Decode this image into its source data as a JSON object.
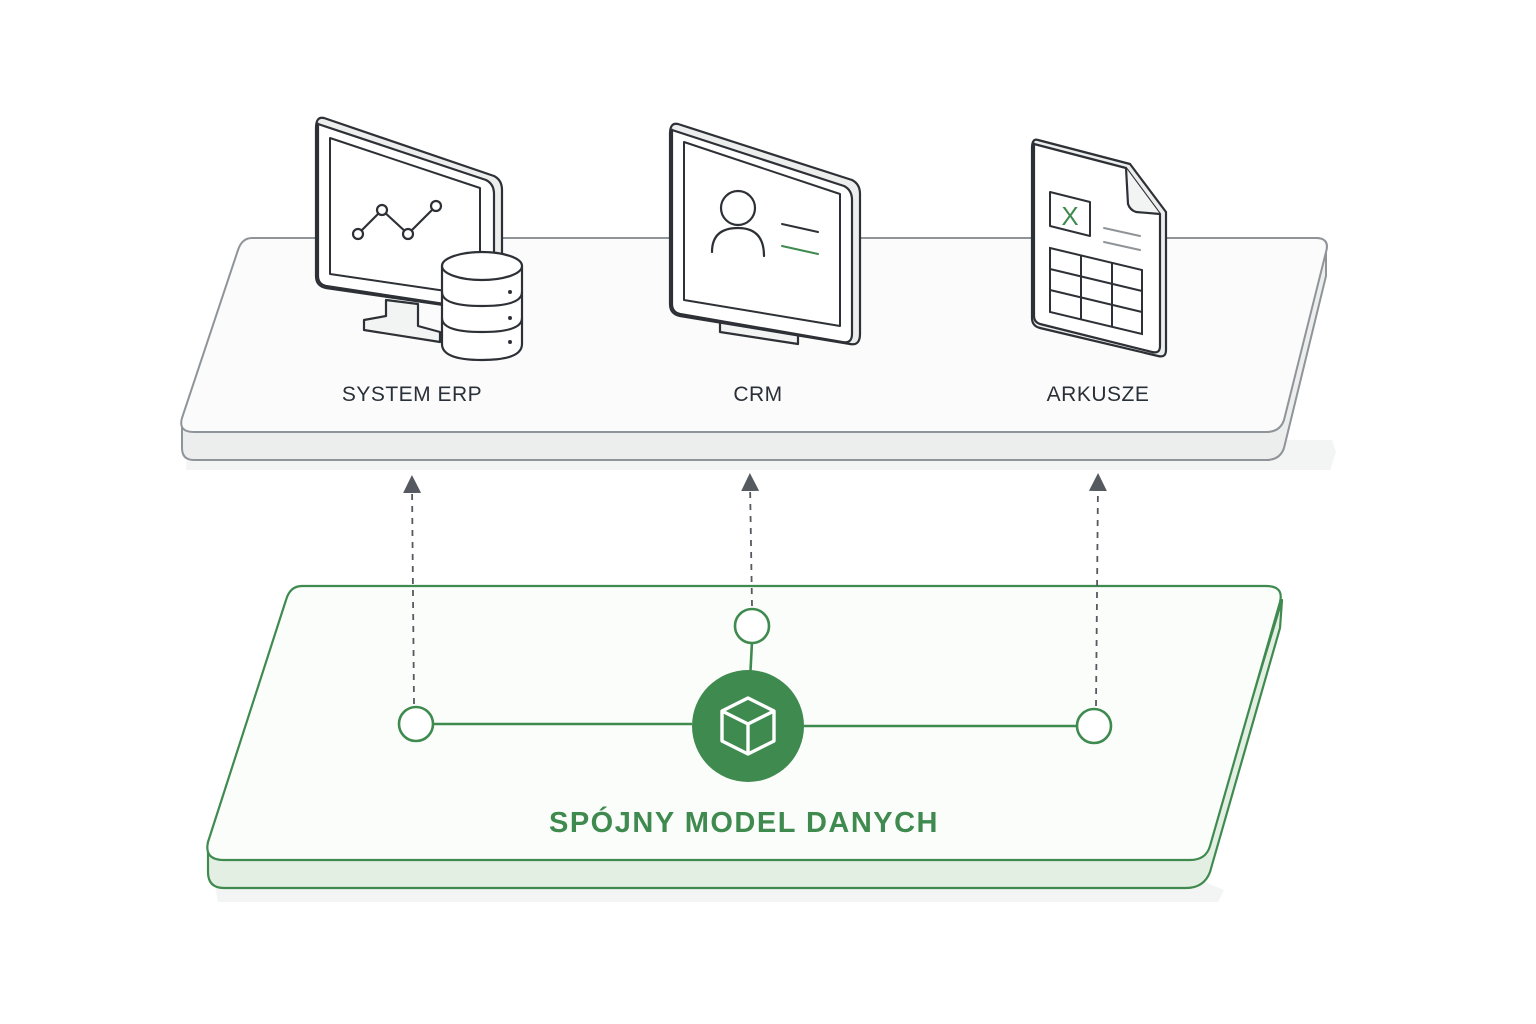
{
  "systems": [
    {
      "id": "erp",
      "label": "SYSTEM ERP",
      "icon": "erp-monitor-database-icon"
    },
    {
      "id": "crm",
      "label": "CRM",
      "icon": "crm-monitor-user-icon"
    },
    {
      "id": "sheets",
      "label": "ARKUSZE",
      "icon": "spreadsheet-document-icon"
    }
  ],
  "model": {
    "label": "SPÓJNY MODEL DANYCH",
    "icon": "cube-icon"
  },
  "colors": {
    "accent": "#3f8a4f",
    "accent_light": "#e4efe4",
    "line_gray": "#555a60",
    "panel_border": "#8f9499",
    "panel_side": "#f1f2f2",
    "text_dark": "#2a3038"
  },
  "icon_letters": {
    "excel_mark": "X"
  }
}
